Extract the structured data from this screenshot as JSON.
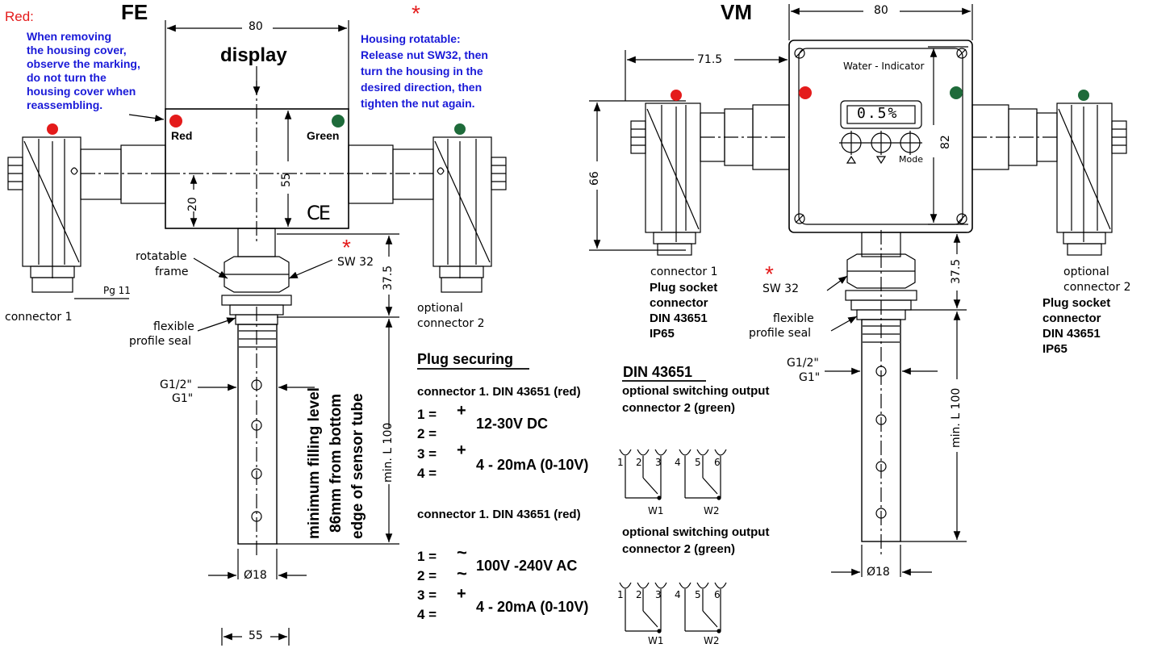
{
  "fe": {
    "title": "FE",
    "display": "display",
    "dim_width": "80",
    "red_title": "Red:",
    "red_note": [
      "When removing",
      "the housing cover,",
      "observe the marking,",
      "do not turn the",
      "housing cover when",
      "reassembling."
    ],
    "asterisk": "*",
    "housing_note": [
      "Housing rotatable:",
      "Release nut SW32, then",
      "turn the housing in the",
      "desired direction, then",
      "tighten the nut again."
    ],
    "led_red": "Red",
    "led_green": "Green",
    "dim_55": "55",
    "dim_20": "20",
    "ce_mark": "CE",
    "rotatable_frame": [
      "rotatable",
      "frame"
    ],
    "sw32": "SW 32",
    "dim_375": "37.5",
    "pg11": "Pg 11",
    "connector1": "connector 1",
    "optional_connector2": [
      "optional",
      "connector 2"
    ],
    "flexible_seal": [
      "flexible",
      "profile seal"
    ],
    "thread": [
      "G1/2\"",
      "G1\""
    ],
    "min_fill": [
      "minimum filling level",
      "86mm from bottom",
      "edge of sensor tube"
    ],
    "min_l100": "min. L 100",
    "dia18": "Ø18",
    "bottom_55": "55"
  },
  "vm": {
    "title": "VM",
    "dim_80": "80",
    "dim_715": "71.5",
    "water_indicator": "Water - Indicator",
    "display_value": "0.5%",
    "button_up": "up-triangle-icon",
    "button_down": "down-triangle-icon",
    "mode": "Mode",
    "dim_82": "82",
    "dim_66": "66",
    "connector1": "connector 1",
    "plug_socket_left": [
      "Plug socket",
      "connector",
      "DIN 43651",
      "IP65"
    ],
    "optional_connector2": [
      "optional",
      "connector 2"
    ],
    "plug_socket_right": [
      "Plug socket",
      "connector",
      "DIN 43651",
      "IP65"
    ],
    "asterisk": "*",
    "sw32": "SW 32",
    "dim_375": "37.5",
    "flexible_seal": [
      "flexible",
      "profile seal"
    ],
    "thread": [
      "G1/2\"",
      "G1\""
    ],
    "min_l100": "min. L 100",
    "dia18": "Ø18"
  },
  "wiring": {
    "plug_securing": "Plug securing",
    "din_header": "DIN 43651",
    "dc": {
      "connector_line": "connector 1. DIN 43651 (red)",
      "optional_line1": "optional switching output",
      "optional_line2": "connector 2 (green)",
      "pins": [
        "1 =",
        "2 =",
        "3 =",
        "4 ="
      ],
      "sign1": "+",
      "supply": "12-30V DC",
      "sign3": "+",
      "output": "4 - 20mA (0-10V)",
      "terminals": [
        "1",
        "2",
        "3",
        "4",
        "5",
        "6"
      ],
      "w1": "W1",
      "w2": "W2"
    },
    "ac": {
      "connector_line": "connector 1. DIN 43651 (red)",
      "optional_line1": "optional switching output",
      "optional_line2": "connector 2 (green)",
      "pins": [
        "1 =",
        "2 =",
        "3 =",
        "4 ="
      ],
      "sign1": "~",
      "sign2": "~",
      "supply": "100V -240V AC",
      "sign3": "+",
      "output": "4 - 20mA (0-10V)",
      "terminals": [
        "1",
        "2",
        "3",
        "4",
        "5",
        "6"
      ],
      "w1": "W1",
      "w2": "W2"
    }
  },
  "colors": {
    "red_led": "#e41b1b",
    "green_led": "#1e6b3a",
    "note_blue": "#1a1ad8",
    "accent_red": "#e41b1b"
  }
}
